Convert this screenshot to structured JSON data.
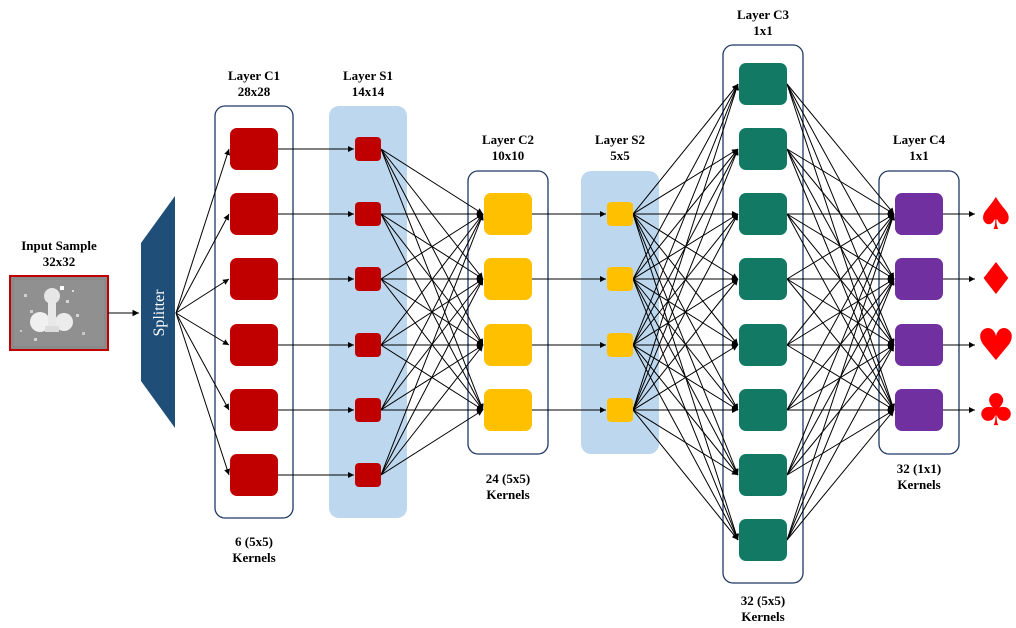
{
  "input": {
    "title": "Input Sample",
    "size": "32x32",
    "image_desc": "grayscale pixel image of a club suit symbol"
  },
  "splitter": {
    "label": "Splitter"
  },
  "layers": {
    "c1": {
      "title": "Layer C1",
      "size": "28x28",
      "kernels_line1": "6 (5x5)",
      "kernels_line2": "Kernels",
      "color": "#c00000",
      "nodes": 6
    },
    "s1": {
      "title": "Layer S1",
      "size": "14x14",
      "color": "#c00000",
      "band": "#bdd7ee",
      "nodes": 6
    },
    "c2": {
      "title": "Layer C2",
      "size": "10x10",
      "kernels_line1": "24 (5x5)",
      "kernels_line2": "Kernels",
      "color": "#ffc000",
      "nodes": 4
    },
    "s2": {
      "title": "Layer S2",
      "size": "5x5",
      "color": "#ffc000",
      "band": "#bdd7ee",
      "nodes": 4
    },
    "c3": {
      "title": "Layer C3",
      "size": "1x1",
      "kernels_line1": "32 (5x5)",
      "kernels_line2": "Kernels",
      "color": "#127a64",
      "nodes": 8
    },
    "c4": {
      "title": "Layer C4",
      "size": "1x1",
      "kernels_line1": "32 (1x1)",
      "kernels_line2": "Kernels",
      "color": "#7030a0",
      "nodes": 4
    }
  },
  "outputs": {
    "symbols": [
      "♠",
      "♦",
      "♥",
      "♣"
    ],
    "names": [
      "spade-icon",
      "diamond-icon",
      "heart-icon",
      "club-icon"
    ],
    "color": "#ff0000"
  },
  "colors": {
    "frame": "#1f3864",
    "splitter": "#1f4e79",
    "edge": "#000000",
    "input_border": "#c00000"
  }
}
